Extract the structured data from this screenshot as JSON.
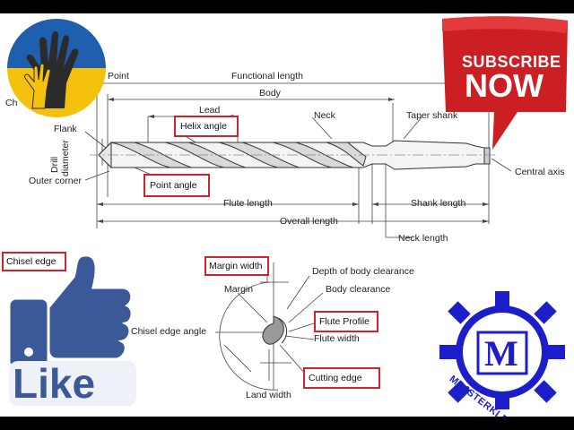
{
  "drill": {
    "dimensions": {
      "point": "Point",
      "functional_length": "Functional length",
      "body": "Body",
      "lead": "Lead",
      "neck": "Neck",
      "taper_shank": "Taper shank",
      "flank": "Flank",
      "drill_diameter_1": "Drill",
      "drill_diameter_2": "diameter",
      "outer_corner": "Outer corner",
      "flute_length": "Flute length",
      "shank_length": "Shank length",
      "overall_length": "Overall length",
      "neck_length": "Neck length",
      "central_axis": "Central axis",
      "chisel_corner": "Ch"
    },
    "highlighted": {
      "helix_angle": "Helix angle",
      "point_angle": "Point angle"
    }
  },
  "cross_section": {
    "highlighted": {
      "chisel_edge": "Chisel edge",
      "margin_width": "Margin width",
      "flute_profile": "Flute Profile",
      "cutting_edge": "Cutting edge"
    },
    "labels": {
      "depth_of_body_clearance": "Depth of body clearance",
      "body_clearance": "Body clearance",
      "margin": "Margin",
      "flute_width": "Flute width",
      "chisel_edge_angle": "Chisel edge angle",
      "land_width": "Land width"
    }
  },
  "overlays": {
    "subscribe_line1": "SUBSCRIBE",
    "subscribe_line2": "NOW",
    "like": "Like",
    "brand_letter": "M",
    "brand_name": "MAJSTERKLEPKA"
  },
  "colors": {
    "highlight": "#d1242a",
    "subscribe_red": "#cc1f24",
    "like_blue": "#3b5998",
    "ukraine_blue": "#1f5fae",
    "ukraine_yellow": "#f4c20d",
    "brand_blue": "#1c1fc9"
  }
}
